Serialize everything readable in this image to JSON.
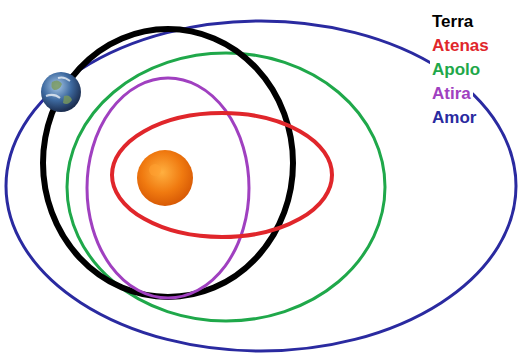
{
  "diagram": {
    "legend": [
      {
        "text": "Terra",
        "color": "#000000"
      },
      {
        "text": "Atenas",
        "color": "#e0262b"
      },
      {
        "text": "Apolo",
        "color": "#1fa84a"
      },
      {
        "text": "Atira",
        "color": "#a040c0"
      },
      {
        "text": "Amor",
        "color": "#2a2aa0"
      }
    ]
  }
}
